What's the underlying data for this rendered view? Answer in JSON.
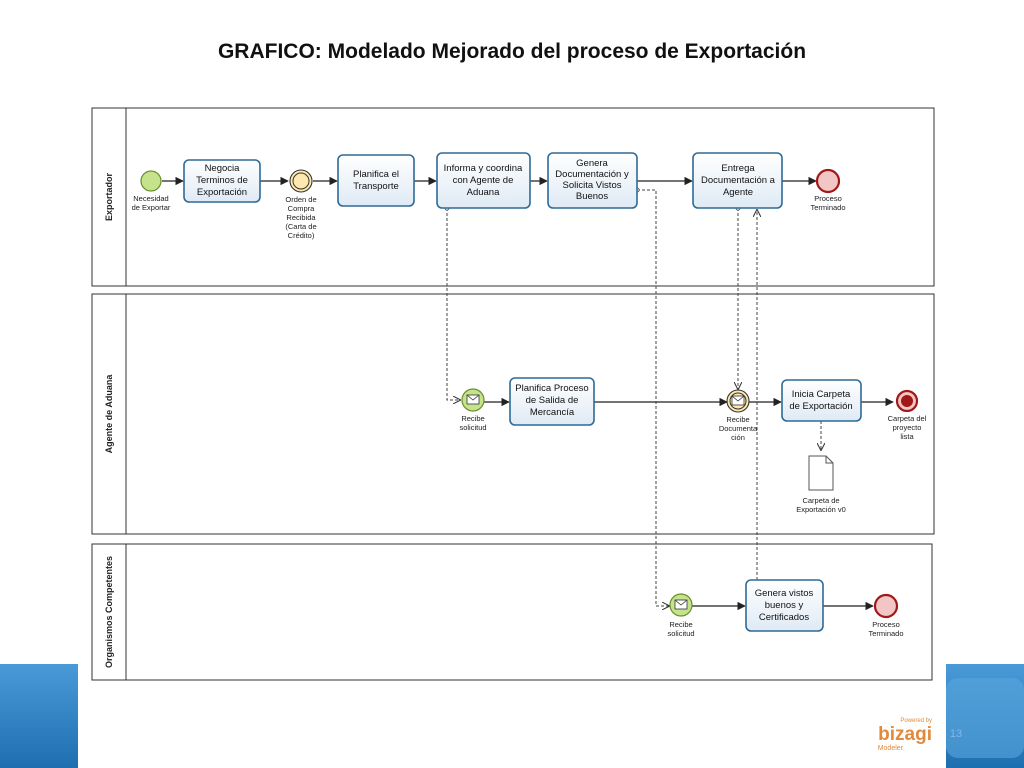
{
  "title": "GRAFICO: Modelado Mejorado del proceso de Exportación",
  "lanes": [
    {
      "label": "Exportador"
    },
    {
      "label": "Agente de Aduana"
    },
    {
      "label": "Organismos Competentes"
    }
  ],
  "exportador": {
    "start_event": [
      "Necesidad",
      "de Exportar"
    ],
    "task_negocia": [
      "Negocia",
      "Terminos de",
      "Exportación"
    ],
    "event_orden": [
      "Orden de",
      "Compra",
      "Recibida",
      "(Carta de",
      "Crédito)"
    ],
    "task_planifica_transporte": [
      "Planifica  el",
      "Transporte"
    ],
    "task_informa": [
      "Informa y coordina",
      "con Agente de",
      "Aduana"
    ],
    "task_genera_doc": [
      "Genera",
      "Documentación y",
      "Solicita Vistos",
      "Buenos"
    ],
    "task_entrega": [
      "Entrega",
      "Documentación  a",
      "Agente"
    ],
    "end_event": [
      "Proceso",
      "Terminado"
    ]
  },
  "agente": {
    "event_recibe_solicitud": [
      "Recibe",
      "solicitud"
    ],
    "task_planifica_salida": [
      "Planifica Proceso",
      "de Salida de",
      "Mercancía"
    ],
    "event_recibe_doc": [
      "Recibe",
      "Documenta",
      "ción"
    ],
    "task_inicia_carpeta": [
      "Inicia Carpeta",
      "de Exportación"
    ],
    "end_event": [
      "Carpeta del",
      "proyecto",
      "lista"
    ],
    "data_object": [
      "Carpeta de",
      "Exportación v0"
    ]
  },
  "organismos": {
    "event_recibe_solicitud": [
      "Recibe",
      "solicitud"
    ],
    "task_genera_vistos": [
      "Genera vistos",
      "buenos y",
      "Certificados"
    ],
    "end_event": [
      "Proceso",
      "Terminado"
    ]
  },
  "branding": {
    "watermark_small": "Powered by",
    "logo": "bizagi",
    "logo_sub": "Modeler"
  },
  "page_number": "13",
  "colors": {
    "task_border": "#2e6a96",
    "start_event": "#c4e38c",
    "end_event_fill": "#f3c6c6",
    "end_event_stroke": "#a01818",
    "background_blue": "#2b7fc4"
  }
}
